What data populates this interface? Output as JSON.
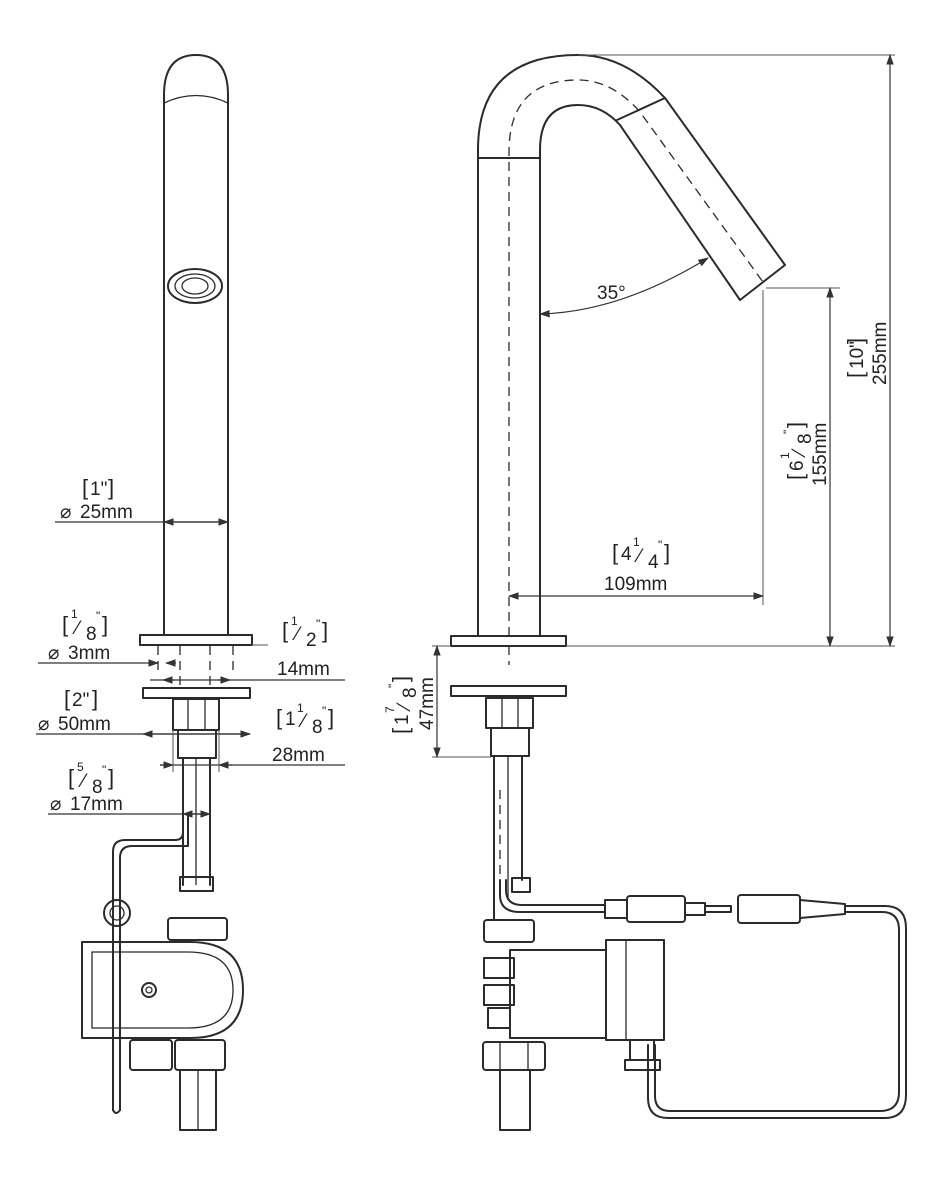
{
  "dimensions": {
    "outlet_diameter": {
      "imperial": "1\"",
      "metric": "25mm",
      "symbol": "⌀"
    },
    "hole_diameter": {
      "imperial_whole": "",
      "imperial_num": "1",
      "imperial_den": "8",
      "metric": "3mm",
      "symbol": "⌀"
    },
    "plate_thickness": {
      "imperial_num": "1",
      "imperial_den": "2",
      "metric": "14mm"
    },
    "flange_diameter": {
      "imperial": "2\"",
      "metric": "50mm",
      "symbol": "⌀"
    },
    "nut_width": {
      "imperial_whole": "1",
      "imperial_num": "1",
      "imperial_den": "8",
      "metric": "28mm"
    },
    "shank_diameter": {
      "imperial_num": "5",
      "imperial_den": "8",
      "metric": "17mm",
      "symbol": "⌀"
    },
    "spout_angle": "35°",
    "reach": {
      "imperial_whole": "4",
      "imperial_num": "1",
      "imperial_den": "4",
      "metric": "109mm"
    },
    "outlet_height": {
      "imperial_whole": "6",
      "imperial_num": "1",
      "imperial_den": "8",
      "metric": "155mm"
    },
    "overall_height": {
      "imperial": "10\"",
      "metric": "255mm"
    },
    "max_deck_thickness": {
      "imperial_whole": "1",
      "imperial_num": "7",
      "imperial_den": "8",
      "metric": "47mm"
    }
  },
  "inch_mark": "\""
}
